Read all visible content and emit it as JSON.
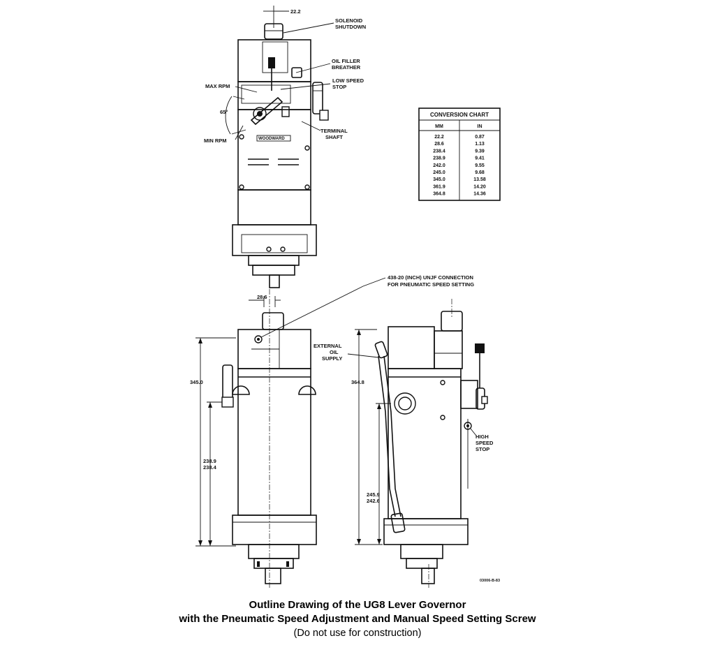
{
  "labels": {
    "dim_top": "22.2",
    "solenoid_1": "SOLENOID",
    "solenoid_2": "SHUTDOWN",
    "oil_filler_1": "OIL FILLER",
    "oil_filler_2": "BREATHER",
    "low_speed_1": "LOW SPEED",
    "low_speed_2": "STOP",
    "max_rpm": "MAX RPM",
    "angle": "65°",
    "min_rpm": "MIN RPM",
    "terminal_1": "TERMINAL",
    "terminal_2": "SHAFT",
    "pneumatic_1": "438-20 (INCH) UNJF CONNECTION",
    "pneumatic_2": "FOR PNEUMATIC SPEED SETTING",
    "dim_mid": "28.6",
    "external_1": "EXTERNAL",
    "external_2": "OIL",
    "external_3": "SUPPLY",
    "dim_345": "345.0",
    "dim_2389": "238.9",
    "dim_2384": "238.4",
    "dim_3648": "364.8",
    "dim_2459": "245.9",
    "dim_2426": "242.6",
    "high_speed_1": "HIGH",
    "high_speed_2": "SPEED",
    "high_speed_3": "STOP",
    "drawing_no": "03006-B-83"
  },
  "conversion_chart": {
    "title": "CONVERSION CHART",
    "headers": [
      "MM",
      "IN"
    ],
    "rows": [
      [
        "22.2",
        "0.87"
      ],
      [
        "28.6",
        "1.13"
      ],
      [
        "238.4",
        "9.39"
      ],
      [
        "238.9",
        "9.41"
      ],
      [
        "242.0",
        "9.55"
      ],
      [
        "245.0",
        "9.68"
      ],
      [
        "345.0",
        "13.58"
      ],
      [
        "361.9",
        "14.20"
      ],
      [
        "364.8",
        "14.36"
      ]
    ]
  },
  "caption": {
    "line1": "Outline Drawing of the UG8 Lever Governor",
    "line2": "with the Pneumatic Speed Adjustment and Manual Speed Setting Screw",
    "line3": "(Do not use for construction)"
  }
}
